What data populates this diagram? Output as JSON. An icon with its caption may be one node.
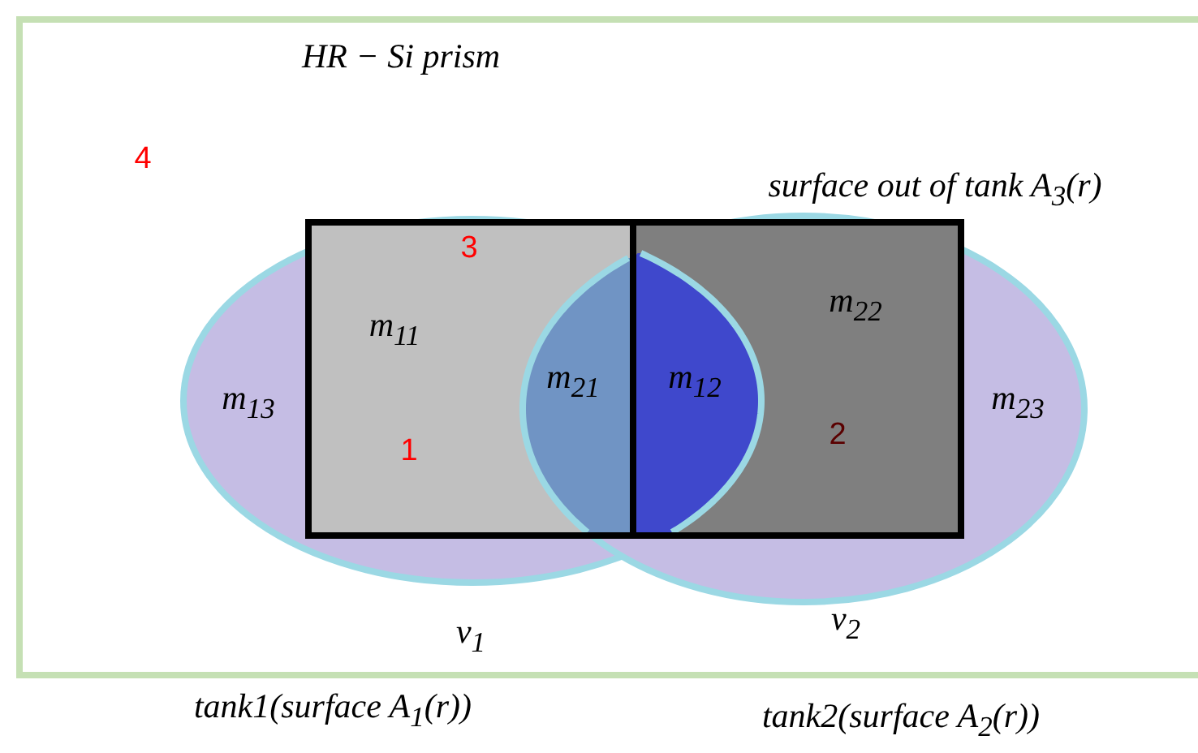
{
  "diagram": {
    "nodes": [
      {
        "text": [
          "HR − Si prism"
        ]
      },
      {
        "text": [
          "m$_{13}$"
        ],
        "beside": [
          "ν$_{1}$"
        ],
        "in": 0
      },
      {
        "text": [
          "surface out of tank A$_{3}$(r)",
          "m$_{23}$"
        ],
        "beside": [
          "ν$_{2}$"
        ],
        "in": 0
      },
      {
        "text": [
          "m$_{11}$",
          "1"
        ],
        "in": 1
      },
      {
        "text": [
          "m$_{22}$",
          "2"
        ],
        "in": 2
      },
      {
        "text": [
          "m$_{21}$"
        ]
      },
      {
        "text": [
          "m$_{12}$"
        ]
      }
    ],
    "labels": [
      "4",
      "3",
      "tank1(surface A$_{1}$(r))",
      "tank2(surface A$_{2}$(r))"
    ]
  }
}
